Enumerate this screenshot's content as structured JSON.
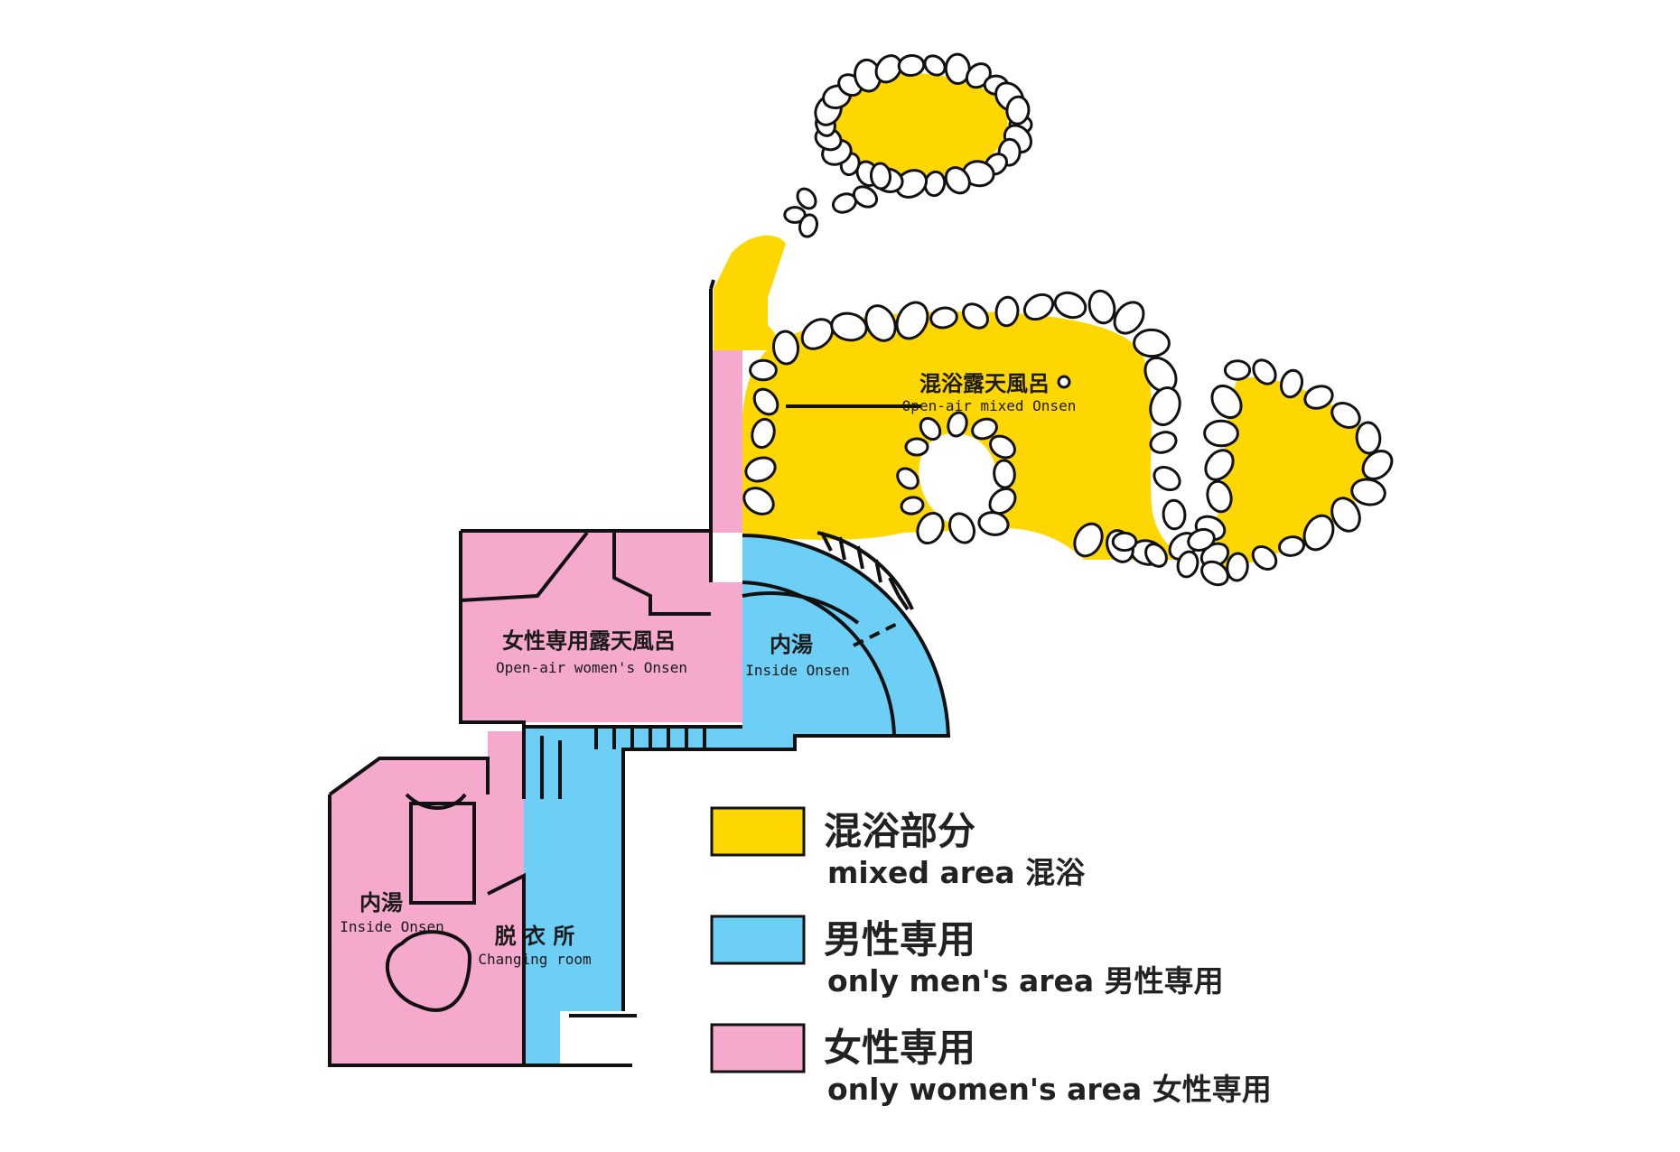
{
  "rooms": {
    "mixed_open_air": {
      "jp": "混浴露天風呂",
      "en": "Open-air mixed Onsen"
    },
    "women_open_air": {
      "jp": "女性専用露天風呂",
      "en": "Open-air women's Onsen"
    },
    "men_inside": {
      "jp": "内湯",
      "en": "Inside Onsen"
    },
    "women_inside": {
      "jp": "内湯",
      "en": "Inside Onsen"
    },
    "changing_room": {
      "jp": "脱 衣 所",
      "en": "Changing room"
    }
  },
  "legend": [
    {
      "title": "混浴部分",
      "subtitle": "mixed area  混浴",
      "color": "#FFD700"
    },
    {
      "title": "男性専用",
      "subtitle": "only men's area  男性専用",
      "color": "#6ECFF6"
    },
    {
      "title": "女性専用",
      "subtitle": "only women's area 女性専用",
      "color": "#F5A9CC"
    }
  ],
  "colors": {
    "mixed": "#FFD700",
    "men": "#6ECFF6",
    "women": "#F5A9CC",
    "outline": "#111111"
  }
}
